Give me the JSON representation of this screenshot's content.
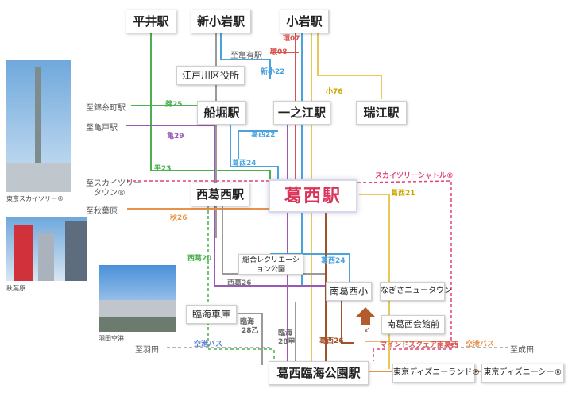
{
  "stations": {
    "hirai": "平井駅",
    "shinkoiwa": "新小岩駅",
    "koiwa": "小岩駅",
    "edogawa_office": "江戸川区役所",
    "funabori": "船堀駅",
    "ichinoe": "一之江駅",
    "mizue": "瑞江駅",
    "nishikasai": "西葛西駅",
    "kasai": "葛西駅",
    "sogo_rec": "総合レクリエーション公園",
    "minamikasai_sho": "南葛西小",
    "nagisa": "なぎさニュータウン",
    "rinkai_depot": "臨海車庫",
    "minamikasai_kaikan": "南葛西会館前",
    "kasai_rinkai": "葛西臨海公園駅",
    "disneyland": "東京ディズニーランド®",
    "disneysea": "東京ディズニーシー®"
  },
  "destinations": {
    "kameari": "至亀有駅",
    "kinshicho": "至錦糸町駅",
    "kameido": "至亀戸駅",
    "skytree_line1": "至スカイツリー",
    "skytree_line2": "タウン®",
    "akihabara": "至秋葉原",
    "haneda": "至羽田",
    "narita": "至成田"
  },
  "route_labels": {
    "kan07": "環07",
    "kan08": "環08",
    "shinko22": "新小22",
    "ko76": "小76",
    "kin25": "錦25",
    "kame29": "亀29",
    "kasai22": "葛西22",
    "kasai24_top": "葛西24",
    "hei23": "平23",
    "skytree_shuttle": "スカイツリーシャトル®",
    "kasai21": "葛西21",
    "aki26": "秋26",
    "nishikasai20": "西葛20",
    "kasai24_mid": "葛西24",
    "nishikasai26": "西葛26",
    "rinkai28otsu_1": "臨海",
    "rinkai28otsu_2": "28乙",
    "rinkai28ko_1": "臨海",
    "rinkai28ko_2": "28甲",
    "airport_bus_left": "空港バス",
    "kasai26": "葛西26",
    "mindsquare": "マインドスクェア南葛西",
    "airport_bus_right": "空港バス"
  },
  "photos": {
    "skytree": "東京スカイツリー®",
    "akihabara": "秋葉原",
    "haneda": "羽田空港"
  },
  "colors": {
    "kasai_station": "#d9345a",
    "red_route": "#d9534f",
    "pink_route": "#e0407a",
    "yellow_route": "#e8c85a",
    "blue_route": "#4aa3df",
    "green_route": "#4caf50",
    "purple_route": "#9b59b6",
    "brown_route": "#a0522d",
    "orange_route": "#e8934a",
    "gray_route": "#9a9a9a"
  }
}
